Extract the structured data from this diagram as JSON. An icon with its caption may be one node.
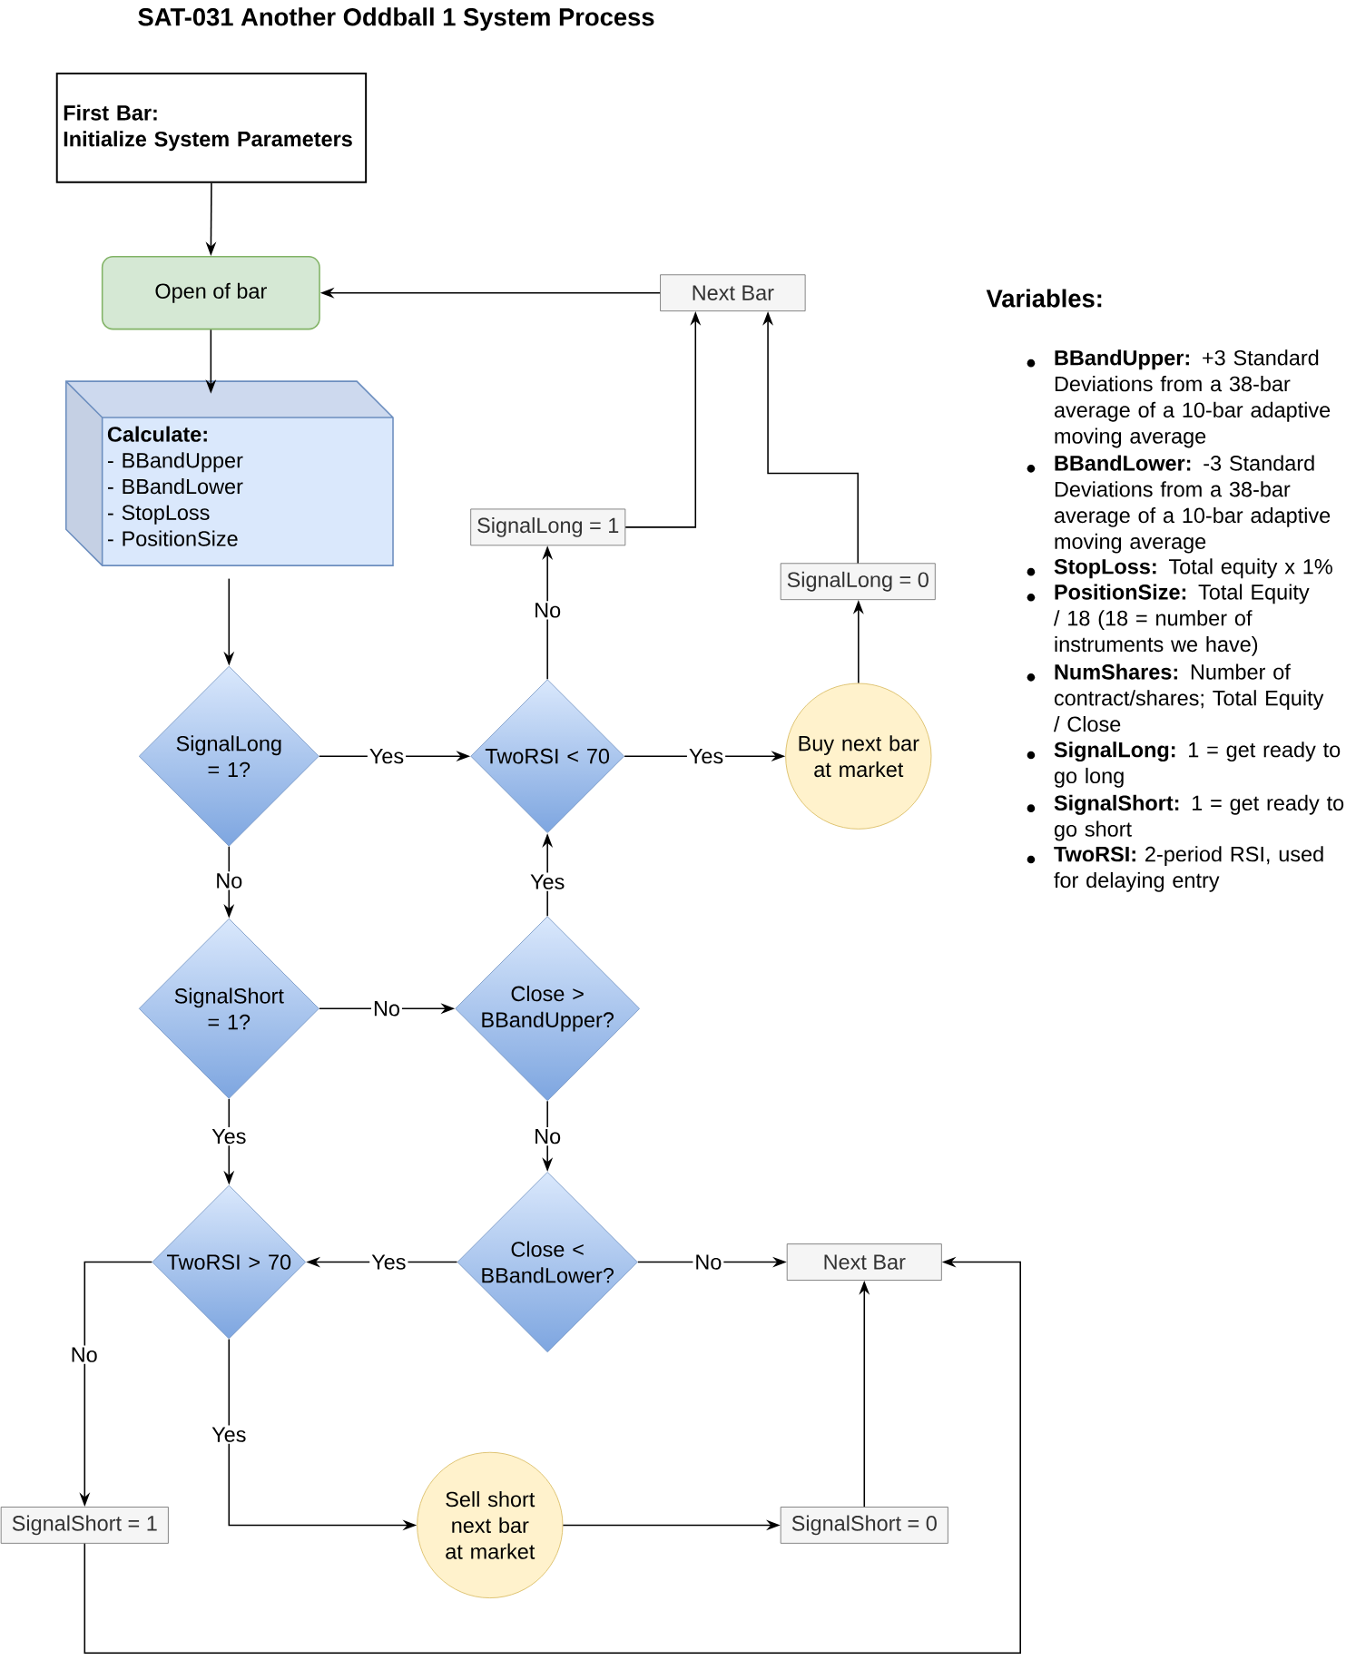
{
  "diagram": {
    "title": "SAT-031 Another Oddball 1 System Process",
    "nodes": [
      {
        "text": [
          "First Bar:",
          "Initialize System Parameters"
        ]
      },
      {
        "text": [
          "Open of bar"
        ]
      },
      {
        "text": [
          "Calculate:",
          "- BBandUpper",
          "- BBandLower",
          "- StopLoss",
          "- PositionSize"
        ]
      },
      {
        "text": [
          "Next Bar"
        ]
      },
      {
        "text": [
          "SignalLong = 1"
        ]
      },
      {
        "text": [
          "SignalLong = 0"
        ]
      },
      {
        "text": [
          "SignalLong = 1?"
        ]
      },
      {
        "text": [
          "TwoRSI < 70"
        ]
      },
      {
        "text": [
          "Buy next bar at market"
        ]
      },
      {
        "text": [
          "SignalShort = 1?"
        ]
      },
      {
        "text": [
          "Close > BBandUpper?"
        ]
      },
      {
        "text": [
          "TwoRSI > 70"
        ]
      },
      {
        "text": [
          "Close < BBandLower?"
        ]
      },
      {
        "text": [
          "Next Bar"
        ]
      },
      {
        "text": [
          "SignalShort = 1"
        ]
      },
      {
        "text": [
          "Sell short next bar at market"
        ]
      },
      {
        "text": [
          "SignalShort = 0"
        ]
      }
    ],
    "edges": [
      {
        "from": 0,
        "to": 1,
        "arrow": "to"
      },
      {
        "from": 3,
        "to": 1,
        "arrow": "to"
      },
      {
        "from": 1,
        "to": 2,
        "arrow": "to"
      },
      {
        "from": 2,
        "to": 6,
        "arrow": "to"
      },
      {
        "from": 6,
        "to": 7,
        "arrow": "to",
        "label": "Yes"
      },
      {
        "from": 6,
        "to": 9,
        "arrow": "to",
        "label": "No"
      },
      {
        "from": 7,
        "to": 4,
        "arrow": "to",
        "label": "No"
      },
      {
        "from": 4,
        "to": 3,
        "arrow": "to"
      },
      {
        "from": 7,
        "to": 8,
        "arrow": "to",
        "label": "Yes"
      },
      {
        "from": 8,
        "to": 5,
        "arrow": "to"
      },
      {
        "from": 5,
        "to": 3,
        "arrow": "to"
      },
      {
        "from": 9,
        "to": 10,
        "arrow": "to",
        "label": "No"
      },
      {
        "from": 9,
        "to": 11,
        "arrow": "to",
        "label": "Yes"
      },
      {
        "from": 10,
        "to": 7,
        "arrow": "to",
        "label": "Yes"
      },
      {
        "from": 10,
        "to": 12,
        "arrow": "to",
        "label": "No"
      },
      {
        "from": 12,
        "to": 11,
        "arrow": "to",
        "label": "Yes"
      },
      {
        "from": 12,
        "to": 13,
        "arrow": "to",
        "label": "No"
      },
      {
        "from": 11,
        "to": 14,
        "arrow": "to",
        "label": "No"
      },
      {
        "from": 11,
        "to": 15,
        "arrow": "to",
        "label": "Yes"
      },
      {
        "from": 15,
        "to": 16,
        "arrow": "to"
      },
      {
        "from": 16,
        "to": 13,
        "arrow": "to"
      },
      {
        "from": 14,
        "to": 13,
        "arrow": "to"
      }
    ],
    "labels": [
      "Variables:",
      "**BBandUpper:** +3 Standard Deviations from a 38-bar average of a 10-bar adaptive moving average",
      "**BBandLower:** -3 Standard Deviations from a 38-bar average of a 10-bar adaptive moving average",
      "**StopLoss:** Total equity x 1%",
      "**PositionSize:** Total Equity / 18 (18 = number of instruments we have)",
      "**NumShares:** Number of contract/shares; Total Equity / Close",
      "**SignalLong:** 1 = get ready to go long",
      "**SignalShort:** 1 = get ready to go short",
      "**TwoRSI:** 2-period RSI, used for delaying entry"
    ]
  }
}
